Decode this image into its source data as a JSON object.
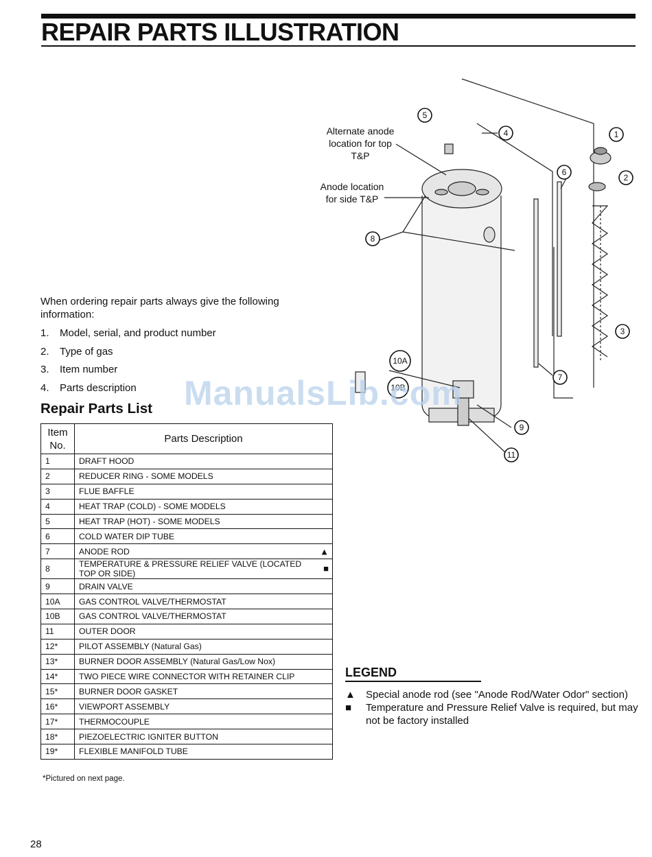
{
  "header": {
    "title": "REPAIR PARTS ILLUSTRATION"
  },
  "intro": {
    "text": "When ordering repair parts always give the following information:",
    "items": [
      {
        "num": "1.",
        "text": "Model, serial, and product number"
      },
      {
        "num": "2.",
        "text": "Type of gas"
      },
      {
        "num": "3.",
        "text": "Item number"
      },
      {
        "num": "4.",
        "text": "Parts description"
      }
    ]
  },
  "parts_list": {
    "title": "Repair Parts List",
    "columns": [
      "Item No.",
      "Parts Description"
    ],
    "rows": [
      {
        "item": "1",
        "desc": "DRAFT HOOD",
        "marker": ""
      },
      {
        "item": "2",
        "desc": "REDUCER RING - SOME MODELS",
        "marker": ""
      },
      {
        "item": "3",
        "desc": "FLUE BAFFLE",
        "marker": ""
      },
      {
        "item": "4",
        "desc": "HEAT TRAP (COLD) - SOME MODELS",
        "marker": ""
      },
      {
        "item": "5",
        "desc": "HEAT TRAP (HOT) - SOME MODELS",
        "marker": ""
      },
      {
        "item": "6",
        "desc": "COLD WATER DIP TUBE",
        "marker": ""
      },
      {
        "item": "7",
        "desc": "ANODE ROD",
        "marker": "▲"
      },
      {
        "item": "8",
        "desc": "TEMPERATURE & PRESSURE RELIEF VALVE (LOCATED TOP OR SIDE)",
        "marker": "■"
      },
      {
        "item": "9",
        "desc": "DRAIN VALVE",
        "marker": ""
      },
      {
        "item": "10A",
        "desc": "GAS CONTROL VALVE/THERMOSTAT",
        "marker": ""
      },
      {
        "item": "10B",
        "desc": "GAS CONTROL VALVE/THERMOSTAT",
        "marker": ""
      },
      {
        "item": "11",
        "desc": "OUTER DOOR",
        "marker": ""
      },
      {
        "item": "12*",
        "desc": "PILOT ASSEMBLY (Natural Gas)",
        "marker": ""
      },
      {
        "item": "13*",
        "desc": "BURNER DOOR ASSEMBLY (Natural Gas/Low Nox)",
        "marker": ""
      },
      {
        "item": "14*",
        "desc": "TWO PIECE WIRE CONNECTOR WITH RETAINER CLIP",
        "marker": ""
      },
      {
        "item": "15*",
        "desc": "BURNER DOOR GASKET",
        "marker": ""
      },
      {
        "item": "16*",
        "desc": "VIEWPORT ASSEMBLY",
        "marker": ""
      },
      {
        "item": "17*",
        "desc": "THERMOCOUPLE",
        "marker": ""
      },
      {
        "item": "18*",
        "desc": "PIEZOELECTRIC IGNITER BUTTON",
        "marker": ""
      },
      {
        "item": "19*",
        "desc": "FLEXIBLE MANIFOLD TUBE",
        "marker": ""
      }
    ],
    "footnote": "*Pictured on next page."
  },
  "legend": {
    "title": "LEGEND",
    "items": [
      {
        "symbol": "▲",
        "text": "Special anode rod (see \"Anode Rod/Water Odor\" section)"
      },
      {
        "symbol": "■",
        "text": "Temperature and Pressure Relief Valve is required, but may not be factory installed"
      }
    ]
  },
  "diagram": {
    "alt_anode_label": [
      "Alternate anode",
      "location for top",
      "T&P"
    ],
    "anode_label": [
      "Anode location",
      "for side T&P"
    ],
    "callouts": [
      "1",
      "2",
      "3",
      "4",
      "5",
      "6",
      "7",
      "8",
      "9",
      "10A",
      "10B",
      "11"
    ]
  },
  "watermark": "ManualsLib.com",
  "page_number": "28"
}
